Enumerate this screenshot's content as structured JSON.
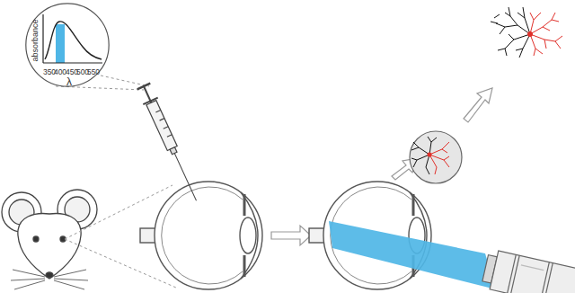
{
  "diagram": {
    "nodes": [
      {
        "text": [
          "absorbance",
          "350",
          "400",
          "450",
          "500",
          "550",
          "λ"
        ]
      }
    ]
  }
}
